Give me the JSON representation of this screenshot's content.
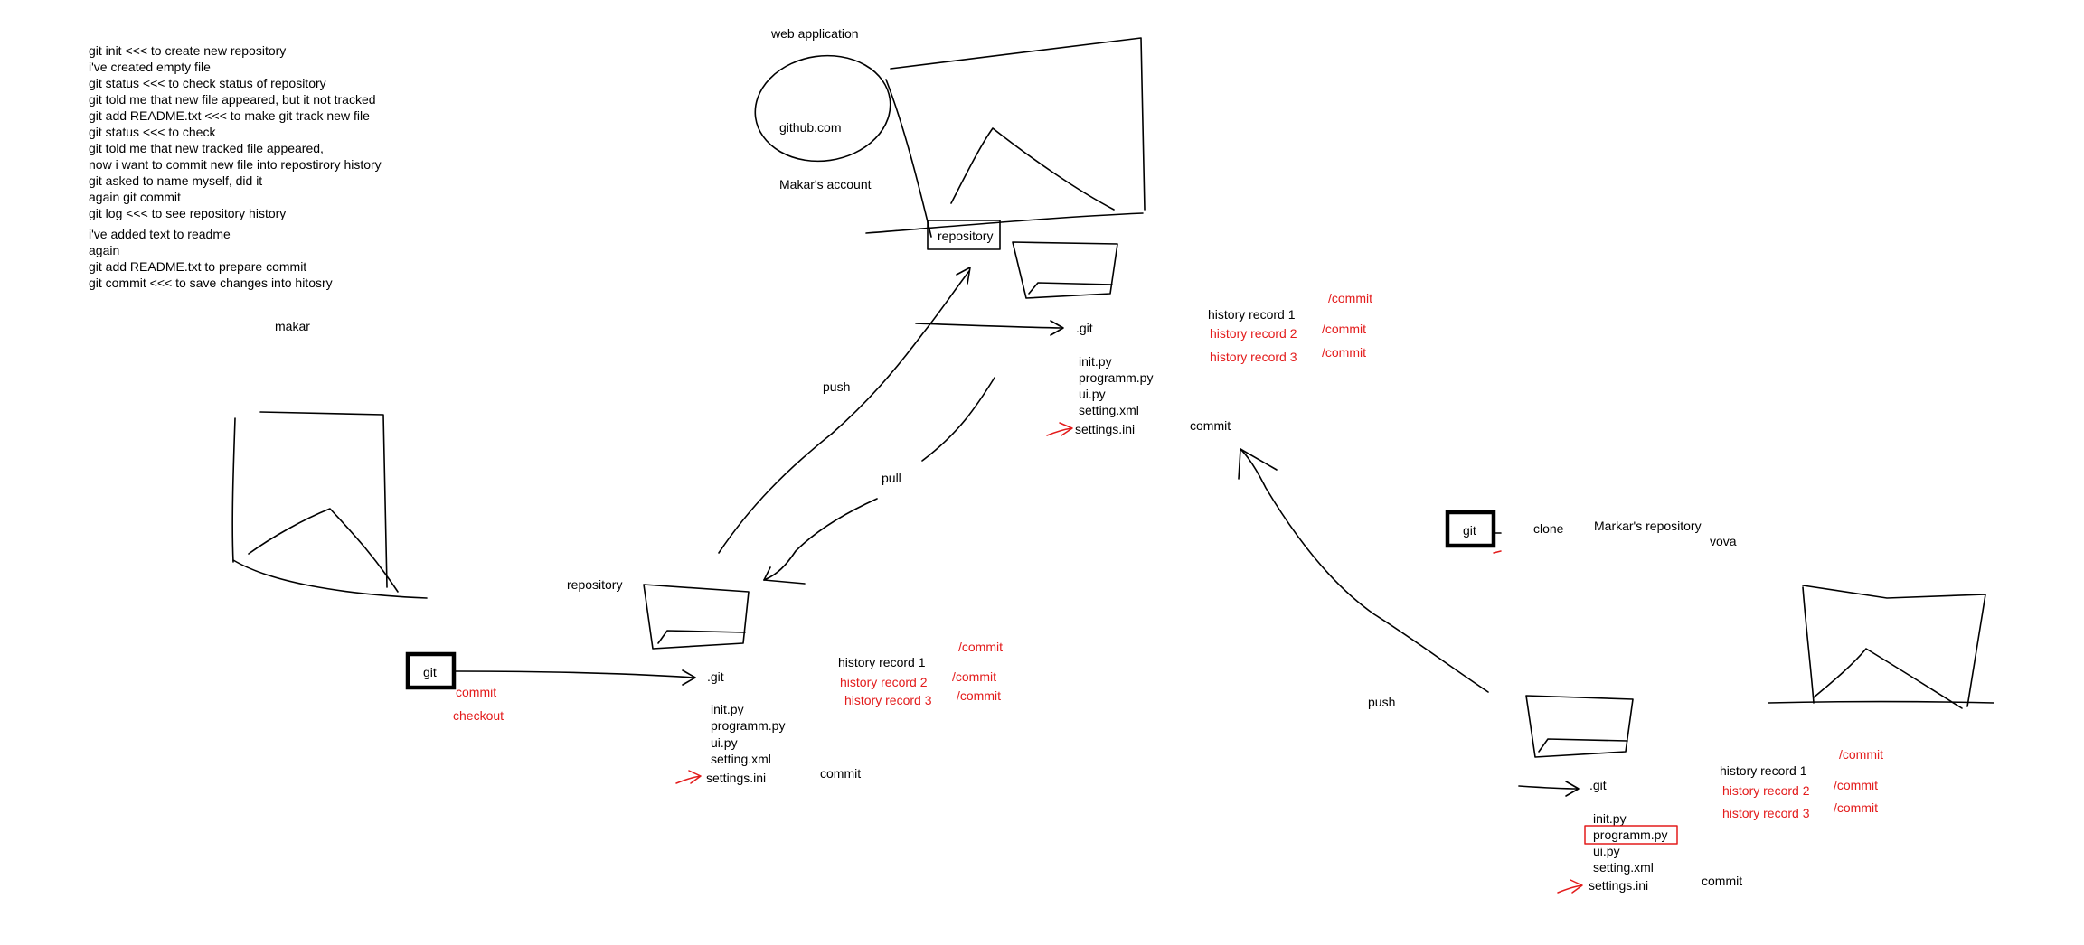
{
  "colors": {
    "ink": "#000000",
    "accent": "#e31b1b",
    "background": "#ffffff"
  },
  "notes": [
    "git init <<< to create new repository",
    "i've created empty file",
    "git status <<< to check status of repository",
    "git told me that new file appeared, but it not tracked",
    "git add README.txt <<< to make git track new file",
    "git status <<< to check",
    "git told me that new tracked file appeared,",
    "now i want to commit new file into repostirory history",
    "git asked to name myself, did it",
    "again git commit",
    "git log <<< to see repository history",
    "i've added text to readme",
    "again",
    "git add README.txt to prepare commit",
    "git commit <<< to save changes into hitosry"
  ],
  "labels": {
    "makar": "makar",
    "web_application": "web application",
    "github": "github.com",
    "makars_account": "Makar's account",
    "remote_repository": "repository",
    "local_repository": "repository",
    "push_up": "push",
    "pull": "pull",
    "push_vova": "push",
    "git_box_makar": "git",
    "git_box_vova": "git",
    "clone": "clone",
    "markars_repository": "Markar's repository",
    "vova": "vova",
    "commit_action": "commit",
    "checkout_action": "checkout"
  },
  "repos": {
    "remote": {
      "git_dir": ".git",
      "files": [
        "init.py",
        "programm.py",
        "ui.py",
        "setting.xml",
        "settings.ini"
      ],
      "history": [
        "history record 1",
        "history record 2",
        "history record 3"
      ],
      "commit_tags": [
        "/commit",
        "/commit",
        "/commit"
      ],
      "commit_label": "commit"
    },
    "makar": {
      "git_dir": ".git",
      "files": [
        "init.py",
        "programm.py",
        "ui.py",
        "setting.xml",
        "settings.ini"
      ],
      "history": [
        "history record 1",
        "history record 2",
        "history record 3"
      ],
      "commit_tags": [
        "/commit",
        "/commit",
        "/commit"
      ],
      "commit_label": "commit"
    },
    "vova": {
      "git_dir": ".git",
      "files": [
        "init.py",
        "programm.py",
        "ui.py",
        "setting.xml",
        "settings.ini"
      ],
      "history": [
        "history record 1",
        "history record 2",
        "history record 3"
      ],
      "commit_tags": [
        "/commit",
        "/commit",
        "/commit"
      ],
      "commit_label": "commit"
    }
  }
}
